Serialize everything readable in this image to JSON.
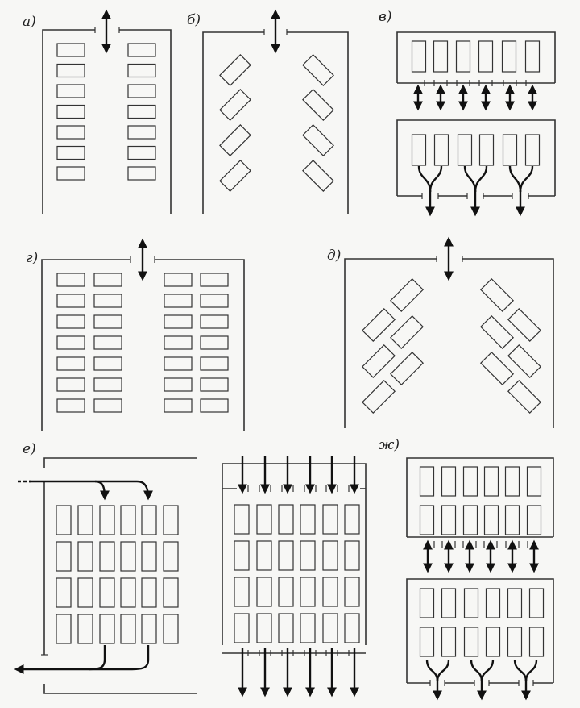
{
  "diagram": {
    "panels": [
      {
        "id": "a",
        "label": "а)"
      },
      {
        "id": "b",
        "label": "б)"
      },
      {
        "id": "v",
        "label": "в)"
      },
      {
        "id": "g",
        "label": "г)"
      },
      {
        "id": "d",
        "label": "д)"
      },
      {
        "id": "e",
        "label": "е)"
      },
      {
        "id": "zh",
        "label": "ж)"
      }
    ],
    "colors": {
      "ink": "#222222",
      "paper": "#f7f7f5"
    }
  }
}
